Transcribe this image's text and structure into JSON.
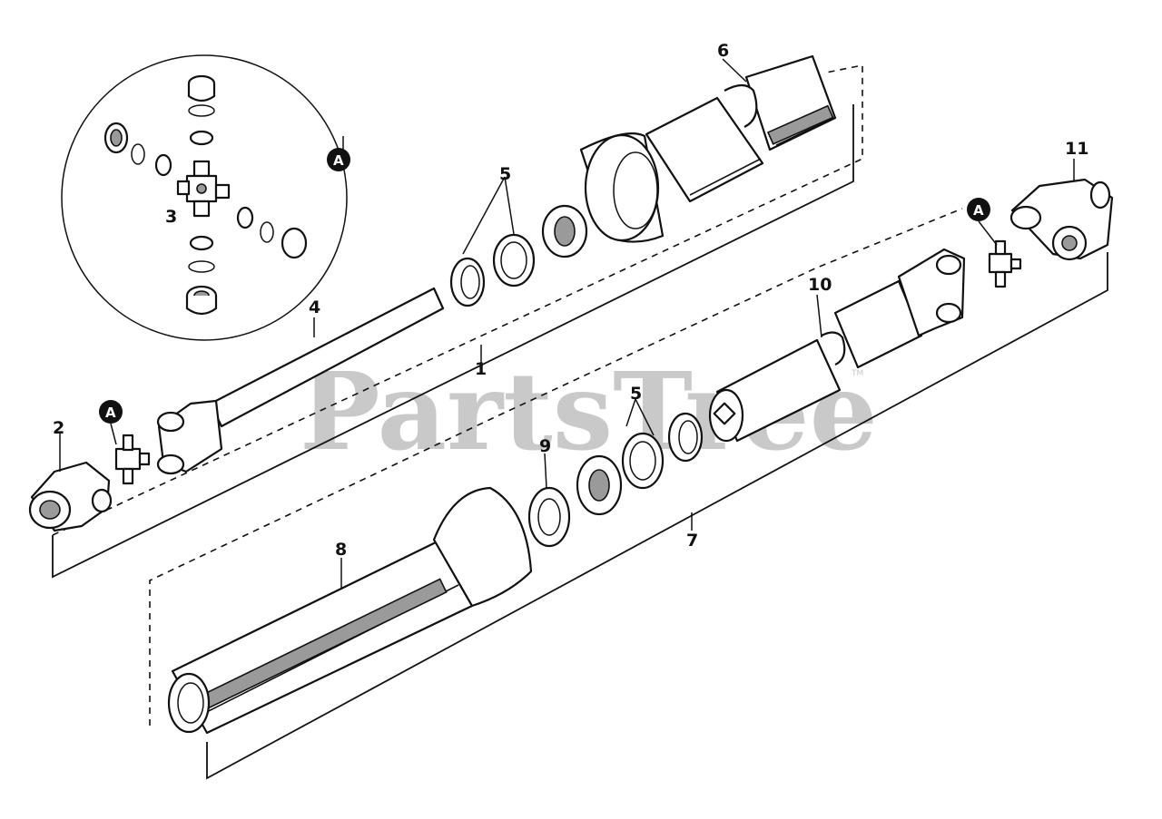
{
  "callouts": {
    "c1": "1",
    "c2": "2",
    "c3": "3",
    "c4": "4",
    "c5a": "5",
    "c5b": "5",
    "c6": "6",
    "c7": "7",
    "c8": "8",
    "c9": "9",
    "c10": "10",
    "c11": "11"
  },
  "badges": {
    "a1": "A",
    "a2": "A",
    "a3": "A"
  },
  "watermark": {
    "text": "PartsTree",
    "tm": "TM"
  },
  "colors": {
    "ink": "#111111",
    "shade": "#9a9a9a",
    "watermark": "#c9c9c9",
    "badge": "#111111"
  }
}
